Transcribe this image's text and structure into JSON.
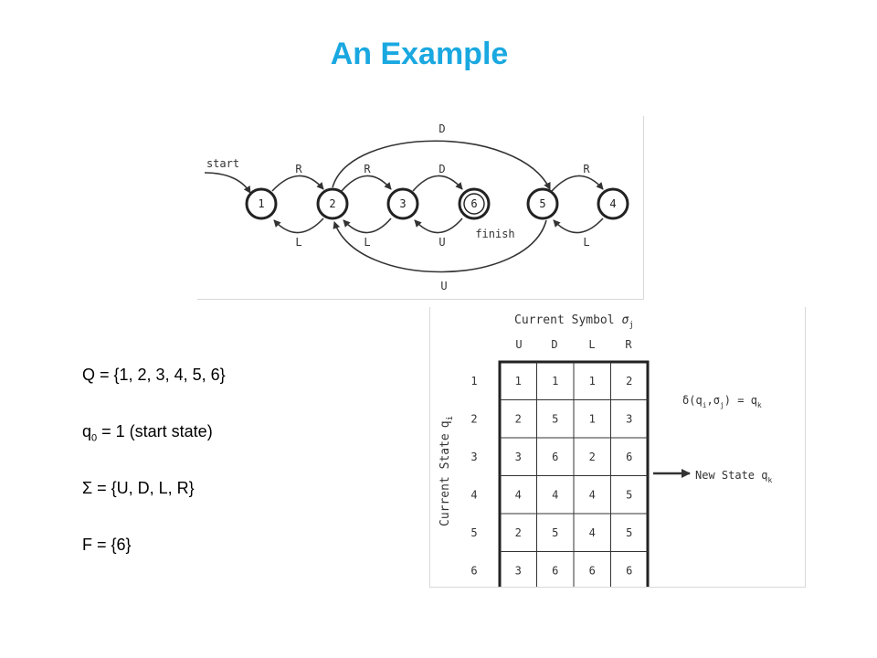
{
  "title": "An Example",
  "colors": {
    "title": "#1aa8e0",
    "diagram": "#333333"
  },
  "defs": {
    "q_set": "Q = {1, 2, 3, 4, 5, 6}",
    "q0_symbol": "q",
    "q0_sub": "0",
    "q0_rest": " = 1 (start state)",
    "sigma_symbol": "Σ",
    "sigma_rest": " = {U, D, L, R}",
    "f_set": "F = {6}"
  },
  "fsm": {
    "start_label": "start",
    "finish_label": "finish",
    "states": [
      "1",
      "2",
      "3",
      "6",
      "5",
      "4"
    ],
    "edge_labels": {
      "top_1_2": "R",
      "bottom_2_1": "L",
      "top_2_3": "R",
      "bottom_3_2": "L",
      "top_3_6": "D",
      "bottom_6_3": "U",
      "top_5_4": "R",
      "bottom_4_5": "L",
      "arc_top_2_5": "D",
      "arc_bottom_5_2": "U"
    }
  },
  "table": {
    "header_title": "Current Symbol",
    "header_sigma": "σ",
    "header_sigma_sub": "j",
    "columns": [
      "U",
      "D",
      "L",
      "R"
    ],
    "row_axis_label": "Current State",
    "row_axis_q": "q",
    "row_axis_q_sub": "i",
    "rows": [
      {
        "state": "1",
        "cells": [
          "1",
          "1",
          "1",
          "2"
        ]
      },
      {
        "state": "2",
        "cells": [
          "2",
          "5",
          "1",
          "3"
        ]
      },
      {
        "state": "3",
        "cells": [
          "3",
          "6",
          "2",
          "6"
        ]
      },
      {
        "state": "4",
        "cells": [
          "4",
          "4",
          "4",
          "5"
        ]
      },
      {
        "state": "5",
        "cells": [
          "2",
          "5",
          "4",
          "5"
        ]
      },
      {
        "state": "6",
        "cells": [
          "3",
          "6",
          "6",
          "6"
        ]
      }
    ],
    "formula": "δ(q",
    "formula_sub1": "i",
    "formula_mid": ",σ",
    "formula_sub2": "j",
    "formula_end": ")  = q",
    "formula_sub3": "k",
    "new_state": "New State q",
    "new_state_sub": "k"
  }
}
